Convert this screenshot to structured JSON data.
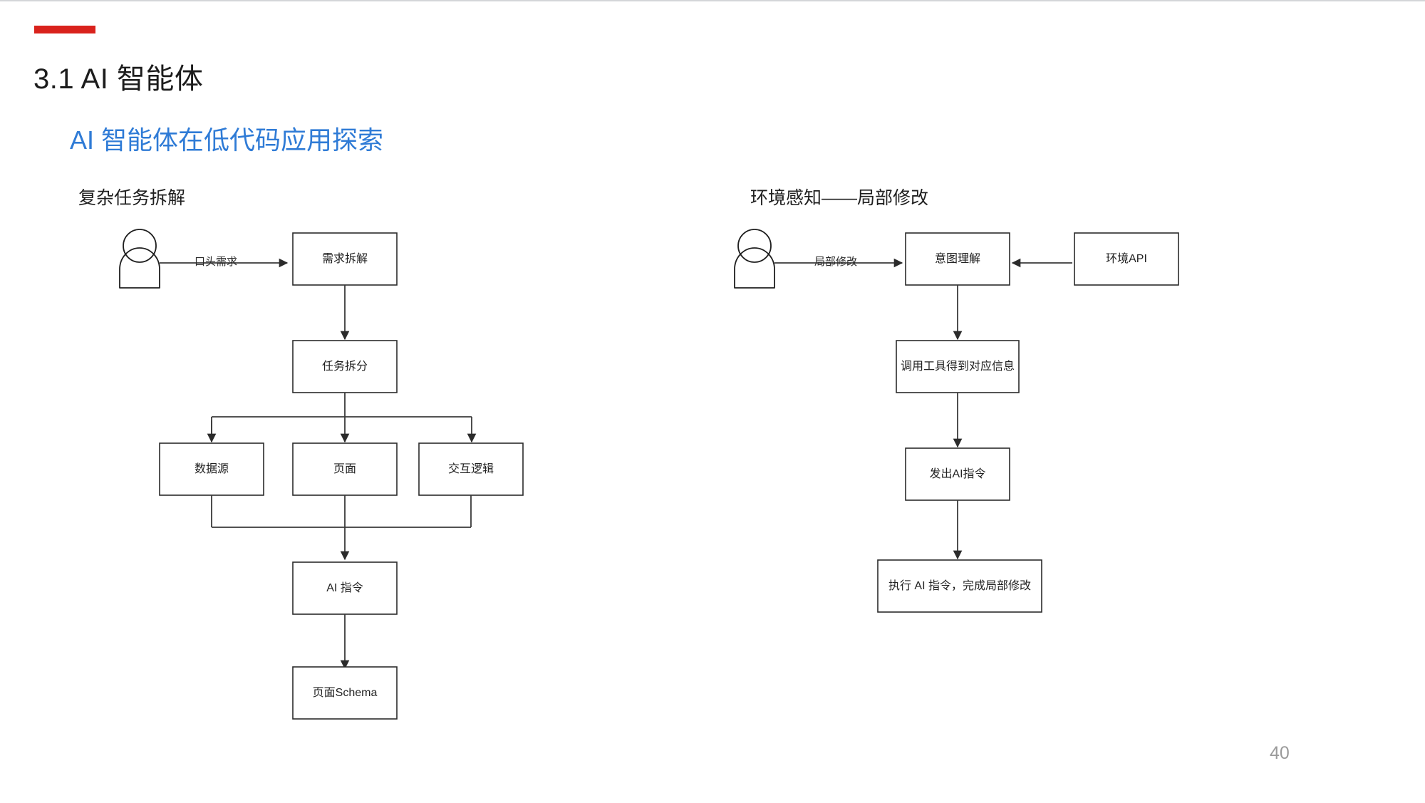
{
  "slide": {
    "accent_color": "#d9221c",
    "title": "3.1 AI 智能体",
    "subtitle": "AI 智能体在低代码应用探索",
    "subtitle_color": "#2f7bd6",
    "page_number": "40"
  },
  "left_panel": {
    "heading": "复杂任务拆解",
    "actor": "person-icon",
    "edge_label": "口头需求",
    "nodes": [
      {
        "id": "n1",
        "label": "需求拆解"
      },
      {
        "id": "n2",
        "label": "任务拆分"
      },
      {
        "id": "n3",
        "label": "数据源"
      },
      {
        "id": "n4",
        "label": "页面"
      },
      {
        "id": "n5",
        "label": "交互逻辑"
      },
      {
        "id": "n6",
        "label": "AI 指令"
      },
      {
        "id": "n7",
        "label": "页面Schema"
      }
    ]
  },
  "right_panel": {
    "heading": "环境感知——局部修改",
    "actor": "person-icon",
    "edge_label": "局部修改",
    "nodes": [
      {
        "id": "m1",
        "label": "意图理解"
      },
      {
        "id": "m2",
        "label": "环境API"
      },
      {
        "id": "m3",
        "label": "调用工具得到对应信息"
      },
      {
        "id": "m4",
        "label": "发出AI指令"
      },
      {
        "id": "m5",
        "label": "执行 AI 指令，完成局部修改"
      }
    ]
  }
}
